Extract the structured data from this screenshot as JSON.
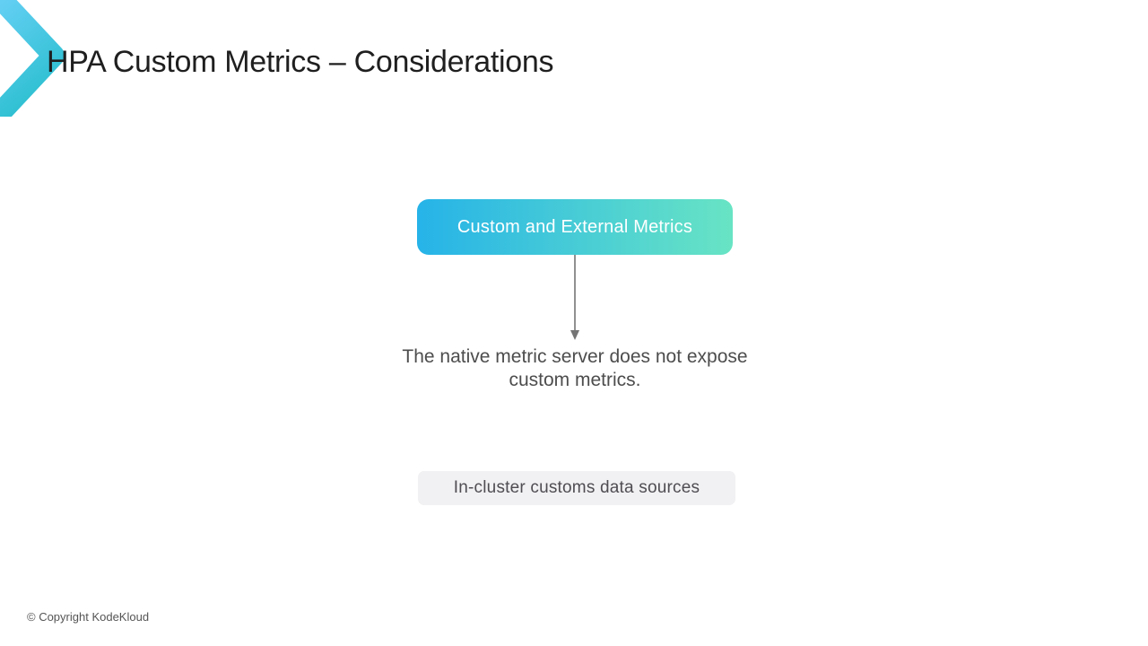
{
  "slide": {
    "title": "HPA Custom Metrics – Considerations",
    "footer": "© Copyright KodeKloud",
    "diagram": {
      "top_box_label": "Custom and External Metrics",
      "note_text": "The native metric server does not expose custom metrics.",
      "bottom_box_label": "In-cluster customs data sources"
    },
    "icons": {
      "logo": "kodekloud-chevron-icon",
      "arrow": "down-arrow-icon"
    },
    "colors": {
      "title_color": "#1f1f1f",
      "note_color": "#4d4d4d",
      "footer_color": "#555555",
      "box_gradient_start": "#26b3e8",
      "box_gradient_end": "#68e4c4",
      "logo_gradient_start": "#63cff3",
      "logo_gradient_end": "#2fc0d2",
      "arrow_color": "#757575",
      "bottom_box_bg": "#f1f0f2",
      "bottom_box_text": "#4f4d52"
    }
  }
}
